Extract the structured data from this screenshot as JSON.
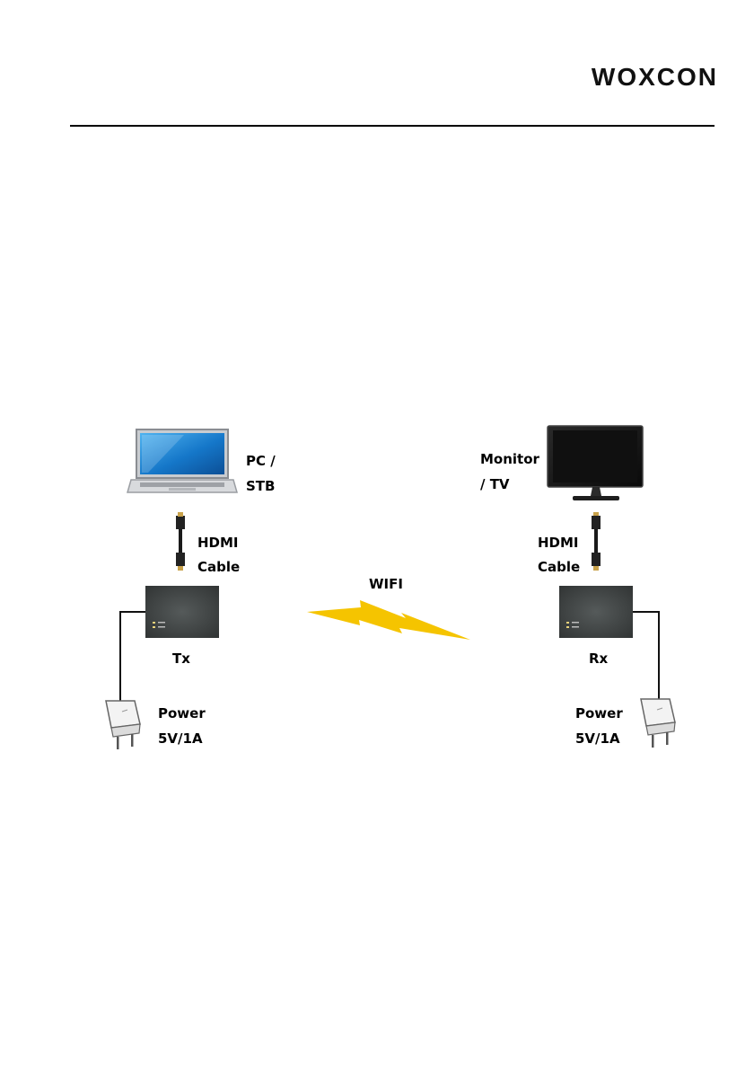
{
  "header": {
    "logo_text": "WOXCON"
  },
  "diagram": {
    "source_label_line1": "PC /",
    "source_label_line2": "STB",
    "display_label_line1": "Monitor",
    "display_label_line2": "/ TV",
    "tx_cable_line1": "HDMI",
    "tx_cable_line2": "Cable",
    "rx_cable_line1": "HDMI",
    "rx_cable_line2": "Cable",
    "wireless_label": "WIFI",
    "tx_label": "Tx",
    "rx_label": "Rx",
    "tx_power_line1": "Power",
    "tx_power_line2": "5V/1A",
    "rx_power_line1": "Power",
    "rx_power_line2": "5V/1A"
  },
  "colors": {
    "wifi_bolt": "#f5c400",
    "device_box": "#3a3d3d",
    "screen": "#1577c9"
  }
}
